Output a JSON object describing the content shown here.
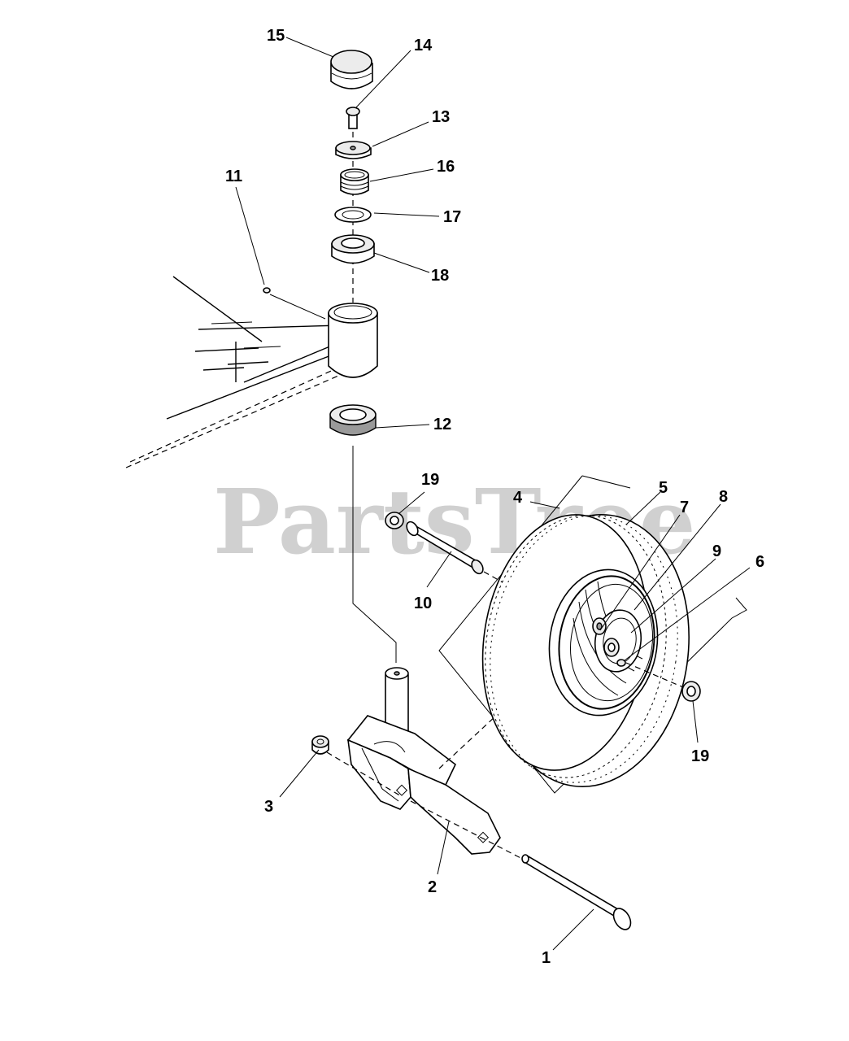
{
  "watermark": "PartsTree",
  "watermark_color": "#c8c8c8",
  "callouts": {
    "c1": "1",
    "c2": "2",
    "c3": "3",
    "c4": "4",
    "c5": "5",
    "c6": "6",
    "c7": "7",
    "c8": "8",
    "c9": "9",
    "c10": "10",
    "c11": "11",
    "c12": "12",
    "c13": "13",
    "c14": "14",
    "c15": "15",
    "c16": "16",
    "c17": "17",
    "c18": "18",
    "c19a": "19",
    "c19b": "19"
  }
}
